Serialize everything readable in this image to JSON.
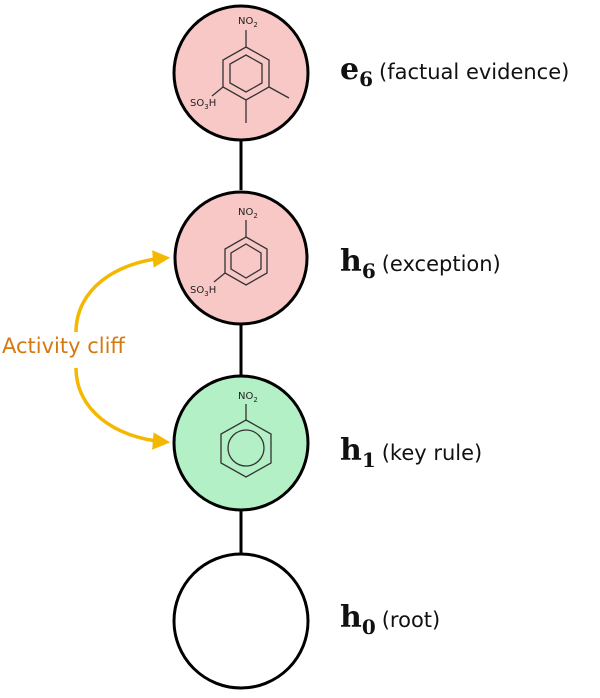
{
  "nodes": [
    {
      "symbol": "e",
      "subscript": "6",
      "description": "(factual evidence)",
      "fill": "#f8c8c6"
    },
    {
      "symbol": "h",
      "subscript": "6",
      "description": "(exception)",
      "fill": "#f8c8c6"
    },
    {
      "symbol": "h",
      "subscript": "1",
      "description": "(key rule)",
      "fill": "#b4f0c6"
    },
    {
      "symbol": "h",
      "subscript": "0",
      "description": "(root)",
      "fill": "#ffffff"
    }
  ],
  "annotation": {
    "text": "Activity cliff",
    "color": "#d6780f",
    "arrow_color": "#f5b800"
  },
  "chem": {
    "nitro_group": "NO",
    "nitro_sub": "2",
    "sulfo_group": "SO",
    "sulfo_sub": "3",
    "sulfo_h": "H"
  }
}
